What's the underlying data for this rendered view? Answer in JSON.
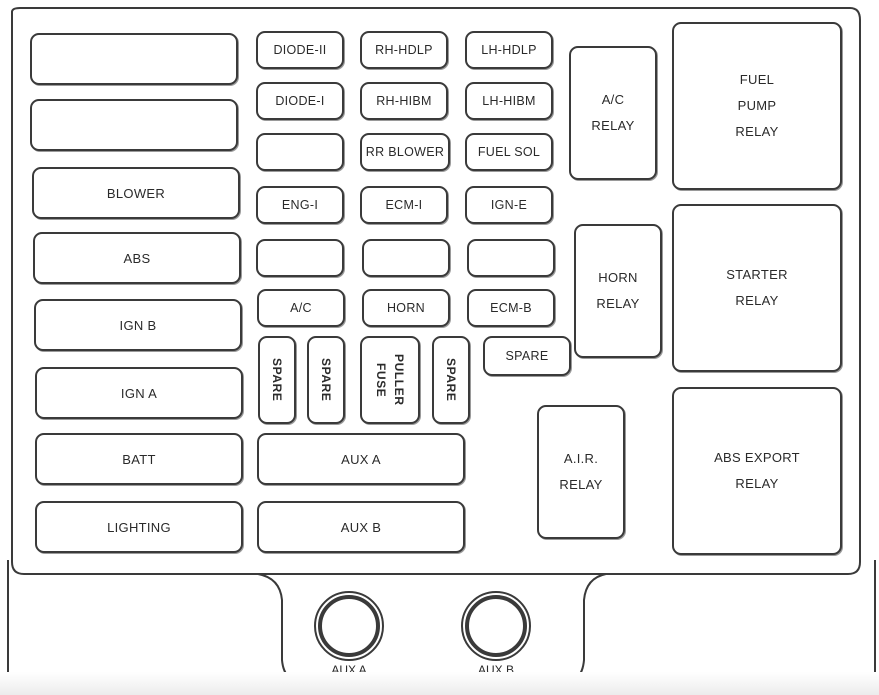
{
  "left_fuses": [
    "",
    "",
    "BLOWER",
    "ABS",
    "IGN B",
    "IGN A",
    "BATT",
    "LIGHTING"
  ],
  "mini_fuses": {
    "diode_ii": "DIODE-II",
    "rh_hdlp": "RH-HDLP",
    "lh_hdlp": "LH-HDLP",
    "diode_i": "DIODE-I",
    "rh_hibm": "RH-HIBM",
    "lh_hibm": "LH-HIBM",
    "blank_1": "",
    "rr_blower": "RR BLOWER",
    "fuel_sol": "FUEL SOL",
    "eng_i": "ENG-I",
    "ecm_i": "ECM-I",
    "ign_e": "IGN-E",
    "blank_2": "",
    "blank_3": "",
    "blank_4": "",
    "ac": "A/C",
    "horn": "HORN",
    "ecm_b": "ECM-B"
  },
  "vertical_fuses": {
    "spare_1": "SPARE",
    "spare_2": "SPARE",
    "fuse_puller_1": "FUSE",
    "fuse_puller_2": "PULLER",
    "spare_3": "SPARE"
  },
  "spare_horizontal": "SPARE",
  "aux_fuses": {
    "aux_a": "AUX A",
    "aux_b": "AUX B"
  },
  "relays": {
    "ac_relay": [
      "A/C",
      "RELAY"
    ],
    "horn_relay": [
      "HORN",
      "RELAY"
    ],
    "air_relay": [
      "A.I.R.",
      "RELAY"
    ],
    "fuel_pump_relay": [
      "FUEL",
      "PUMP",
      "RELAY"
    ],
    "starter_relay": [
      "STARTER",
      "RELAY"
    ],
    "abs_export_relay": [
      "ABS EXPORT",
      "RELAY"
    ]
  },
  "studs": {
    "aux_a": "AUX A",
    "aux_b": "AUX B"
  }
}
